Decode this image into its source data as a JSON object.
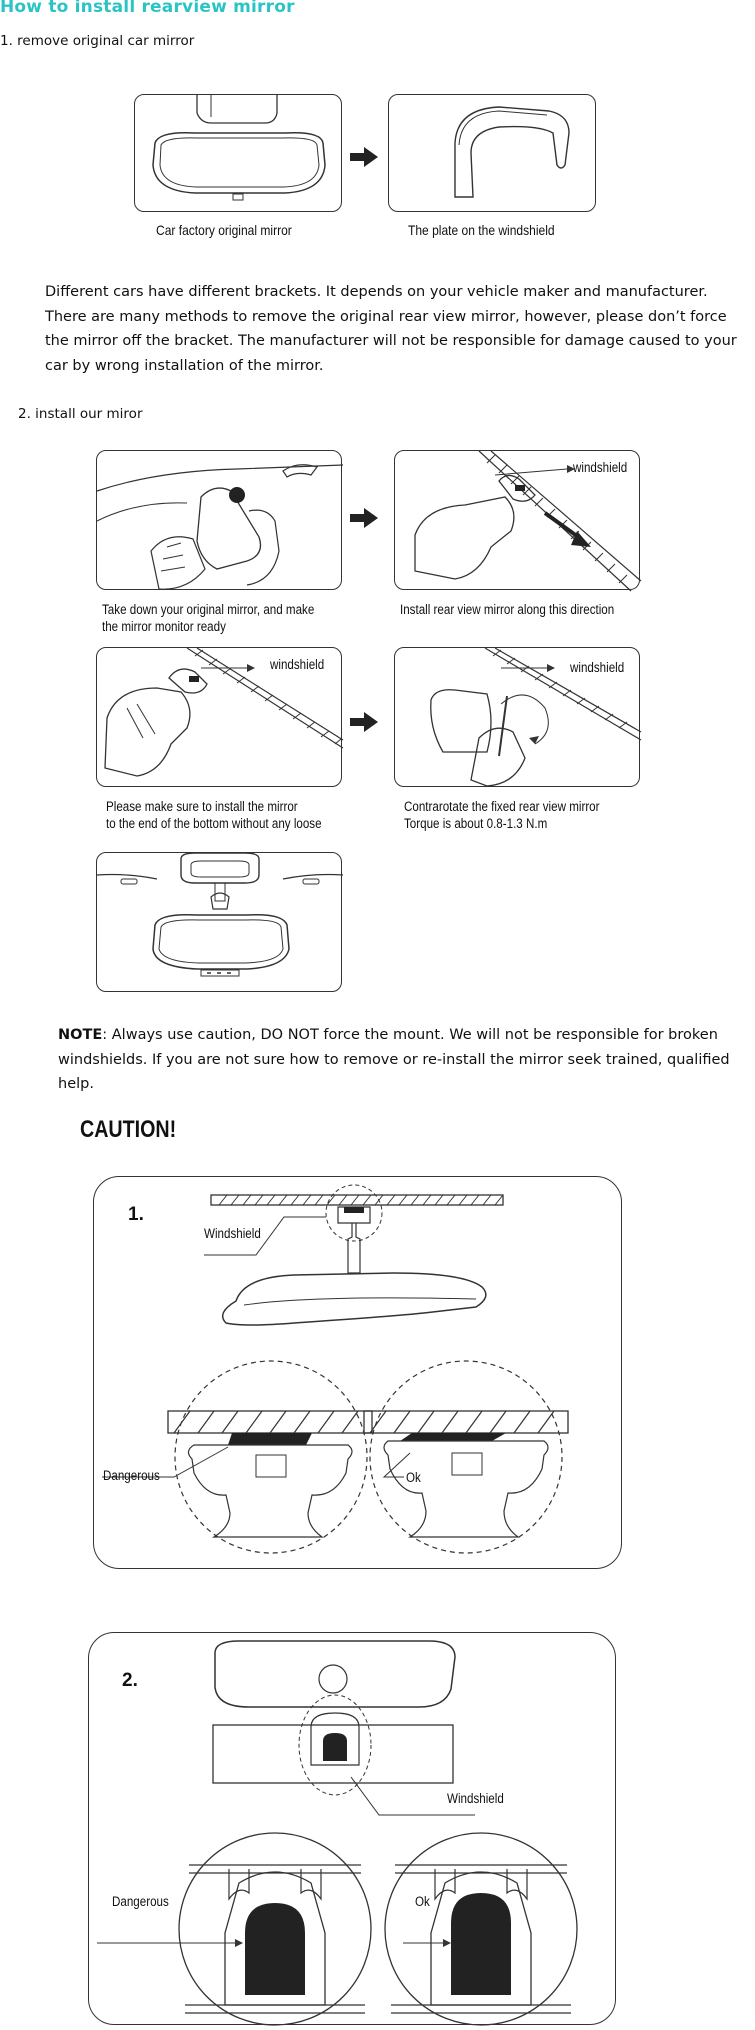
{
  "title": "How to install rearview mirror",
  "step1": "1. remove original car mirror",
  "fig1": {
    "caption_left": "Car factory original mirror",
    "caption_right": "The plate on the windshield"
  },
  "paragraph": [
    "Different cars have different brackets. It depends on your vehicle maker and manufacturer.",
    "There are many methods to remove the original rear view mirror, however, please don’t force",
    "the mirror off the bracket. The manufacturer will not be responsible for damage caused to your",
    "car by wrong installation of the mirror."
  ],
  "step2": "2. install our miror",
  "fig2": {
    "caption_a_line1": "Take down your original mirror, and make",
    "caption_a_line2": "the mirror monitor ready",
    "caption_b": "Install rear view mirror along this direction",
    "caption_c_line1": "Please make sure to install the mirror",
    "caption_c_line2": "to the end of the bottom without any loose",
    "caption_d_line1": "Contrarotate the fixed rear view mirror",
    "caption_d_line2": "Torque is about 0.8-1.3 N.m",
    "windshield": "windshield"
  },
  "note": {
    "bold": "NOTE",
    "line1": ": Always use caution, DO NOT force the mount. We will not be responsible for broken",
    "line2": "windshields. If you are not sure how to remove or re-install the mirror seek trained, qualified help."
  },
  "caution": {
    "heading": "CAUTION!",
    "panel1_number": "1.",
    "panel2_number": "2.",
    "windshield": "Windshield",
    "dangerous": "Dangerous",
    "ok": "Ok"
  },
  "colors": {
    "title": "#2cc3c6",
    "line": "#333333"
  }
}
